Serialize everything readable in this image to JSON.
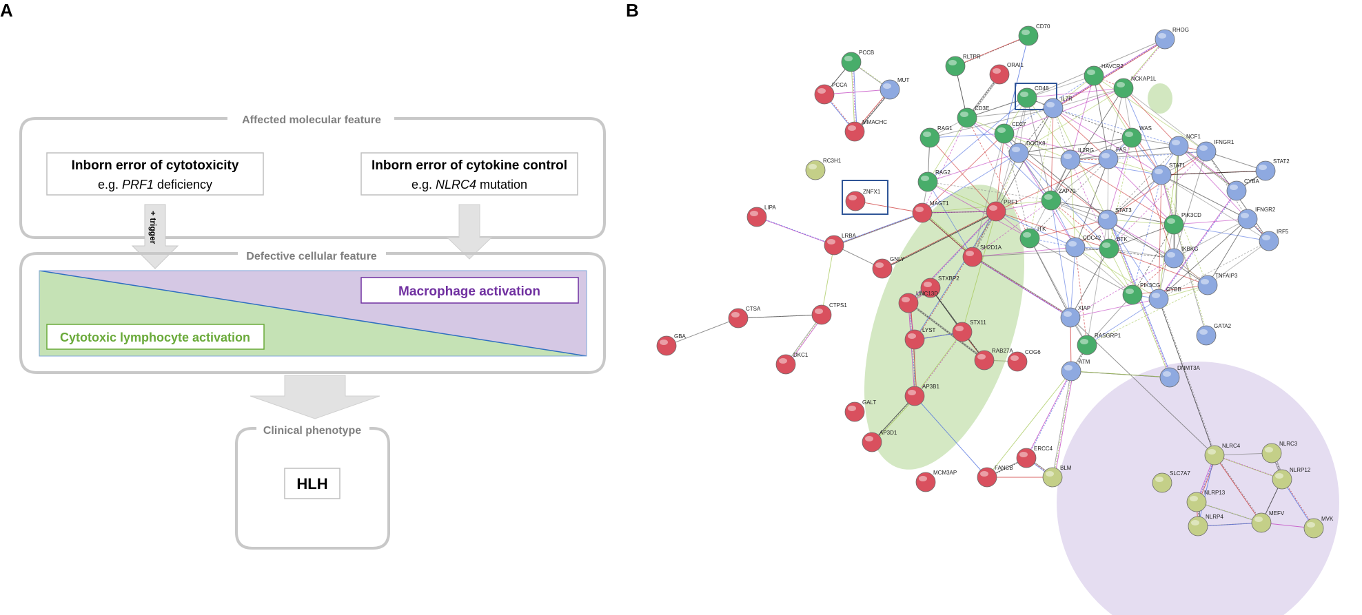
{
  "panel_a": {
    "letter": "A",
    "molecular_section_title": "Affected molecular feature",
    "cytotoxicity_box": {
      "title": "Inborn error of cytotoxicity",
      "prefix": "e.g. ",
      "gene": "PRF1",
      "suffix": " deficiency"
    },
    "cytokine_box": {
      "title": "Inborn error of cytokine control",
      "prefix": "e.g. ",
      "gene": "NLRC4",
      "suffix": " mutation"
    },
    "trigger_label": "+ trigger",
    "cellular_section_title": "Defective cellular feature",
    "macrophage_label": "Macrophage activation",
    "lymphocyte_label": "Cytotoxic lymphocyte activation",
    "clinical_section_title": "Clinical phenotype",
    "hlh_label": "HLH",
    "colors": {
      "frame": "#c8c8c8",
      "arrow": "#e2e2e2",
      "green": "#c5e2b5",
      "green_text": "#6aaa3a",
      "purple": "#d5c8e4",
      "purple_text": "#7030a0",
      "diagonal": "#2f6fc0"
    }
  },
  "panel_b": {
    "letter": "B",
    "colors": {
      "red": "#d9505e",
      "green": "#48ad6a",
      "blue": "#8ea9e0",
      "olive": "#c4cf88",
      "cluster_purple": "#e5ddf1",
      "cluster_green": "#d2e7c0",
      "highlight_box": "#2f5597"
    },
    "nodes": [
      {
        "id": "CD70",
        "c": "green"
      },
      {
        "id": "RHOG",
        "c": "blue"
      },
      {
        "id": "PCCB",
        "c": "green"
      },
      {
        "id": "RLTPR",
        "c": "green"
      },
      {
        "id": "ORAI1",
        "c": "red"
      },
      {
        "id": "HAVCR2",
        "c": "green"
      },
      {
        "id": "MUT",
        "c": "blue"
      },
      {
        "id": "PCCA",
        "c": "red"
      },
      {
        "id": "NCKAP1L",
        "c": "green"
      },
      {
        "id": "CD48",
        "c": "green"
      },
      {
        "id": "IL7R",
        "c": "blue"
      },
      {
        "id": "CD3E",
        "c": "green"
      },
      {
        "id": "MMACHC",
        "c": "red"
      },
      {
        "id": "RAG1",
        "c": "green"
      },
      {
        "id": "CD27",
        "c": "green"
      },
      {
        "id": "WAS",
        "c": "green"
      },
      {
        "id": "DOCK8",
        "c": "blue"
      },
      {
        "id": "NCF1",
        "c": "blue"
      },
      {
        "id": "IFNGR1",
        "c": "blue"
      },
      {
        "id": "IL2RG",
        "c": "blue"
      },
      {
        "id": "FAS",
        "c": "blue"
      },
      {
        "id": "STAT1",
        "c": "blue"
      },
      {
        "id": "STAT2",
        "c": "blue"
      },
      {
        "id": "RC3H1",
        "c": "olive"
      },
      {
        "id": "CYBA",
        "c": "blue"
      },
      {
        "id": "RAG2",
        "c": "green"
      },
      {
        "id": "ZNFX1",
        "c": "red"
      },
      {
        "id": "ZAP70",
        "c": "green"
      },
      {
        "id": "MAGT1",
        "c": "red"
      },
      {
        "id": "PRF1",
        "c": "red"
      },
      {
        "id": "LIPA",
        "c": "red"
      },
      {
        "id": "IFNGR2",
        "c": "blue"
      },
      {
        "id": "STAT3",
        "c": "blue"
      },
      {
        "id": "PIK3CD",
        "c": "green"
      },
      {
        "id": "ITK",
        "c": "green"
      },
      {
        "id": "CDC42",
        "c": "blue"
      },
      {
        "id": "BTK",
        "c": "green"
      },
      {
        "id": "IRF5",
        "c": "blue"
      },
      {
        "id": "LRBA",
        "c": "red"
      },
      {
        "id": "IKBKG",
        "c": "blue"
      },
      {
        "id": "SH2D1A",
        "c": "red"
      },
      {
        "id": "GNLY",
        "c": "red"
      },
      {
        "id": "STXBP2",
        "c": "red"
      },
      {
        "id": "TNFAIP3",
        "c": "blue"
      },
      {
        "id": "PIK3CG",
        "c": "green"
      },
      {
        "id": "CYBB",
        "c": "blue"
      },
      {
        "id": "UNC13D",
        "c": "red"
      },
      {
        "id": "CTPS1",
        "c": "red"
      },
      {
        "id": "CTSA",
        "c": "red"
      },
      {
        "id": "XIAP",
        "c": "blue"
      },
      {
        "id": "STX11",
        "c": "red"
      },
      {
        "id": "LYST",
        "c": "red"
      },
      {
        "id": "GATA2",
        "c": "blue"
      },
      {
        "id": "RASGRP1",
        "c": "green"
      },
      {
        "id": "GBA",
        "c": "red"
      },
      {
        "id": "RAB27A",
        "c": "red"
      },
      {
        "id": "COG6",
        "c": "red"
      },
      {
        "id": "DKC1",
        "c": "red"
      },
      {
        "id": "ATM",
        "c": "blue"
      },
      {
        "id": "DNMT3A",
        "c": "blue"
      },
      {
        "id": "AP3B1",
        "c": "red"
      },
      {
        "id": "GALT",
        "c": "red"
      },
      {
        "id": "AP3D1",
        "c": "red"
      },
      {
        "id": "ERCC4",
        "c": "red"
      },
      {
        "id": "NLRC4",
        "c": "olive"
      },
      {
        "id": "NLRC3",
        "c": "olive"
      },
      {
        "id": "BLM",
        "c": "olive"
      },
      {
        "id": "MCM3AP",
        "c": "red"
      },
      {
        "id": "FANCB",
        "c": "red"
      },
      {
        "id": "SLC7A7",
        "c": "olive"
      },
      {
        "id": "NLRP12",
        "c": "olive"
      },
      {
        "id": "NLRP13",
        "c": "olive"
      },
      {
        "id": "NLRP4",
        "c": "olive"
      },
      {
        "id": "MEFV",
        "c": "olive"
      },
      {
        "id": "MVK",
        "c": "olive"
      }
    ]
  }
}
